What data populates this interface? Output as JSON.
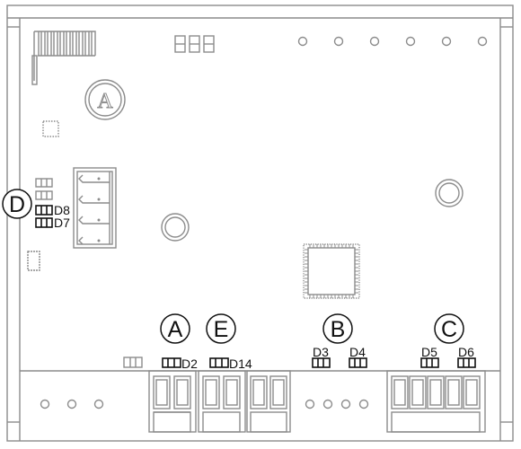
{
  "board": {
    "logo_letter": "A",
    "callouts": [
      {
        "id": "A",
        "letter": "A"
      },
      {
        "id": "B",
        "letter": "B"
      },
      {
        "id": "C",
        "letter": "C"
      },
      {
        "id": "D",
        "letter": "D"
      },
      {
        "id": "E",
        "letter": "E"
      }
    ],
    "leds": [
      {
        "id": "D8",
        "label": "D8"
      },
      {
        "id": "D7",
        "label": "D7"
      },
      {
        "id": "D2",
        "label": "D2"
      },
      {
        "id": "D14",
        "label": "D14"
      },
      {
        "id": "D3",
        "label": "D3"
      },
      {
        "id": "D4",
        "label": "D4"
      },
      {
        "id": "D5",
        "label": "D5"
      },
      {
        "id": "D6",
        "label": "D6"
      }
    ]
  },
  "colors": {
    "line": "#8a8a8a",
    "board_fill": "#ffffff",
    "text": "#111111"
  }
}
